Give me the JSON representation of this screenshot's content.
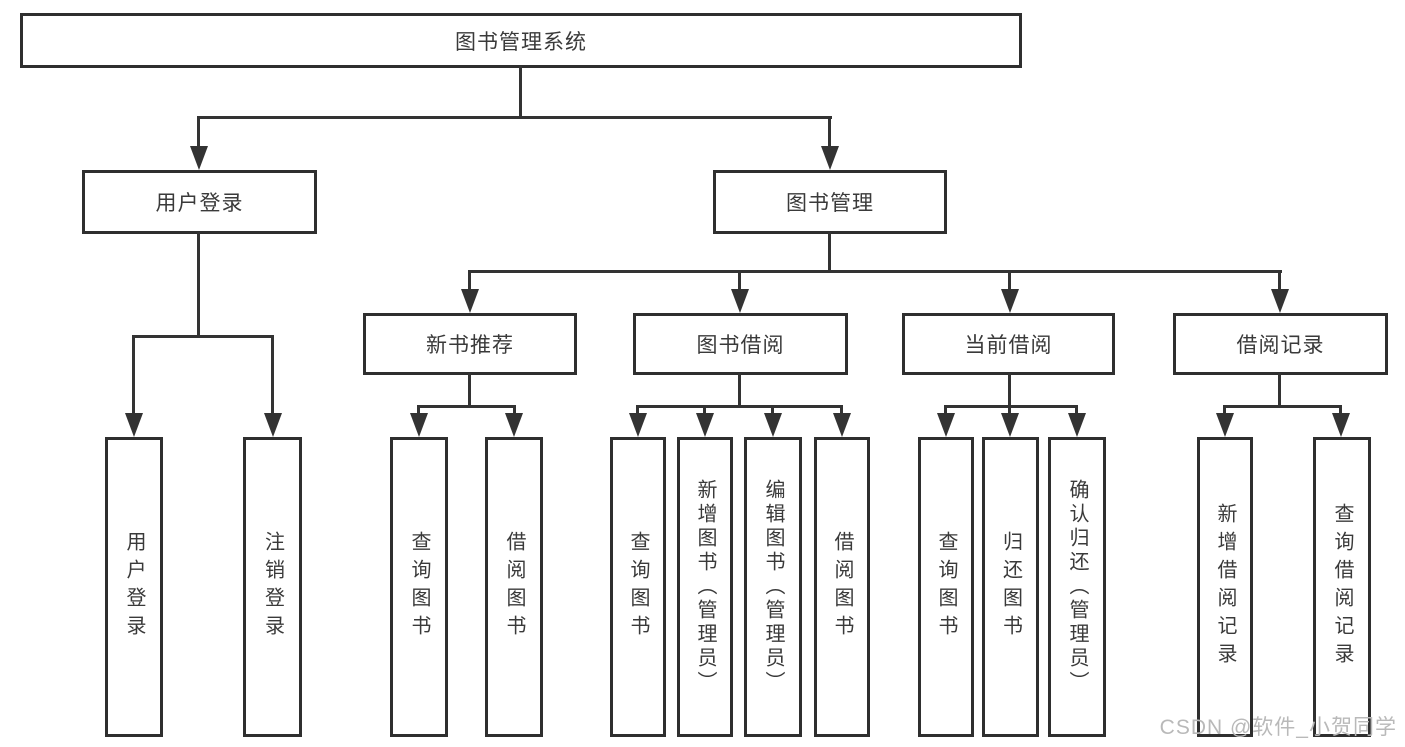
{
  "diagram": {
    "type": "tree",
    "title": "图书管理系统",
    "root": {
      "label": "图书管理系统"
    },
    "level2": [
      {
        "label": "用户登录"
      },
      {
        "label": "图书管理"
      }
    ],
    "level3": [
      {
        "label": "新书推荐",
        "parent": "图书管理"
      },
      {
        "label": "图书借阅",
        "parent": "图书管理"
      },
      {
        "label": "当前借阅",
        "parent": "图书管理"
      },
      {
        "label": "借阅记录",
        "parent": "图书管理"
      }
    ],
    "leaves": [
      {
        "label": "用户登录",
        "parent": "用户登录"
      },
      {
        "label": "注销登录",
        "parent": "用户登录"
      },
      {
        "label": "查询图书",
        "parent": "新书推荐"
      },
      {
        "label": "借阅图书",
        "parent": "新书推荐"
      },
      {
        "label": "查询图书",
        "parent": "图书借阅"
      },
      {
        "label": "新增图书（管理员）",
        "parent": "图书借阅"
      },
      {
        "label": "编辑图书（管理员）",
        "parent": "图书借阅"
      },
      {
        "label": "借阅图书",
        "parent": "图书借阅"
      },
      {
        "label": "查询图书",
        "parent": "当前借阅"
      },
      {
        "label": "归还图书",
        "parent": "当前借阅"
      },
      {
        "label": "确认归还（管理员）",
        "parent": "当前借阅"
      },
      {
        "label": "新增借阅记录",
        "parent": "借阅记录"
      },
      {
        "label": "查询借阅记录",
        "parent": "借阅记录"
      }
    ],
    "watermark": "CSDN @软件_小贺同学",
    "colors": {
      "line": "#333333",
      "border": "#2f2f2f",
      "text": "#3a3a3a",
      "watermark": "#b9b9b9",
      "background": "#ffffff"
    }
  }
}
